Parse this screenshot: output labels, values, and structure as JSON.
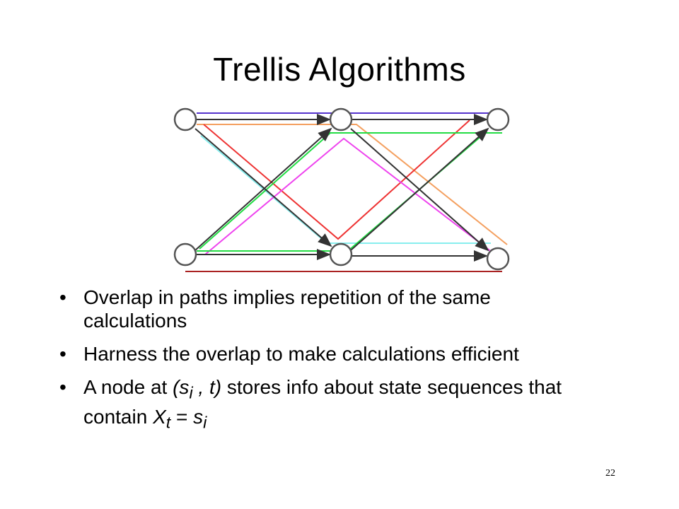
{
  "slide": {
    "title": "Trellis Algorithms",
    "page_number": "22"
  },
  "bullets": [
    {
      "text": "Overlap in paths implies repetition of the same calculations"
    },
    {
      "text": "Harness the overlap to make calculations efficient"
    },
    {
      "prefix": "A node at ",
      "math1_open": "(s",
      "math1_sub": "i",
      "math1_close": " , t)",
      "middle": " stores info about state sequences that contain ",
      "math2_var": "X",
      "math2_sub": "t",
      "math2_eq": " = ",
      "math2_rhs": "s",
      "math2_rhs_sub": "i"
    }
  ],
  "diagram": {
    "colors": {
      "node_fill": "#ffffff",
      "node_stroke": "#555555",
      "arrow": "#333333",
      "purple": "#5533cc",
      "orange": "#f4a060",
      "cyan": "#88eeee",
      "red": "#ee3333",
      "green": "#22dd44",
      "magenta": "#ee44ee",
      "darkred": "#aa2222"
    }
  }
}
